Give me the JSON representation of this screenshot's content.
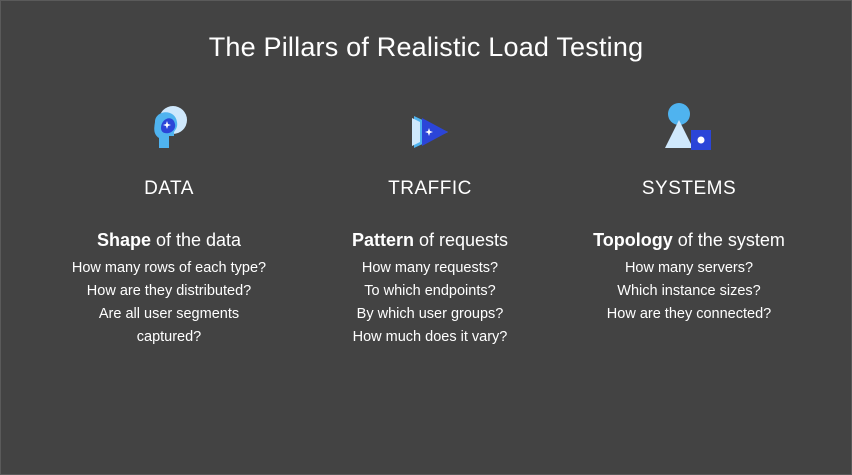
{
  "slide": {
    "title": "The Pillars of Realistic Load Testing"
  },
  "pillars": [
    {
      "name": "DATA",
      "icon": "head-profile-icon",
      "subtitle_bold": "Shape",
      "subtitle_rest": " of the data",
      "questions": [
        "How many rows of each type?",
        "How are they distributed?",
        "Are all user segments",
        "captured?"
      ]
    },
    {
      "name": "TRAFFIC",
      "icon": "play-arrow-icon",
      "subtitle_bold": "Pattern",
      "subtitle_rest": " of requests",
      "questions": [
        "How many requests?",
        "To which endpoints?",
        "By which user groups?",
        "How much does it vary?"
      ]
    },
    {
      "name": "SYSTEMS",
      "icon": "shapes-icon",
      "subtitle_bold": "Topology",
      "subtitle_rest": " of the system",
      "questions": [
        "How many servers?",
        "Which instance sizes?",
        "How are they connected?"
      ]
    }
  ],
  "colors": {
    "background": "#434343",
    "text": "#ffffff",
    "icon_light": "#cfe8fc",
    "icon_mid": "#4fb3ef",
    "icon_dark": "#2b45d8"
  }
}
